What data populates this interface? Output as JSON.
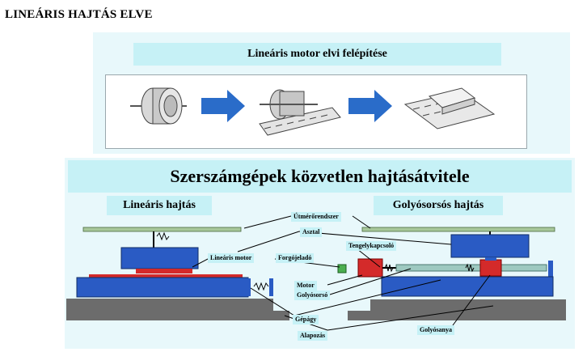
{
  "page_title": "LINEÁRIS HAJTÁS ELVE",
  "section1": {
    "title": "Lineáris motor elvi felépítése"
  },
  "section2": {
    "title": "Szerszámgépek közvetlen hajtásátvitele",
    "left_heading": "Lineáris hajtás",
    "right_heading": "Golyósorsós hajtás"
  },
  "labels": {
    "utmero": "Útmérőrendszer",
    "asztal": "Asztal",
    "tengely": "Tengelykapcsoló",
    "linearis_motor": "Lineáris motor",
    "forgojelado": "Forgójeladó",
    "motor": "Motor",
    "golyosorso": "Golyósorsó",
    "gepagy": "Gépágy",
    "golyosanya": "Golyósanya",
    "alapozas": "Alapozás"
  },
  "colors": {
    "title_box": "#c6f1f6",
    "panel": "#e8f8fb",
    "blue_parts": "#2a5bc4",
    "red_parts": "#d42a2a",
    "rail": "#a7c79a",
    "ground": "#6c6c6c"
  }
}
